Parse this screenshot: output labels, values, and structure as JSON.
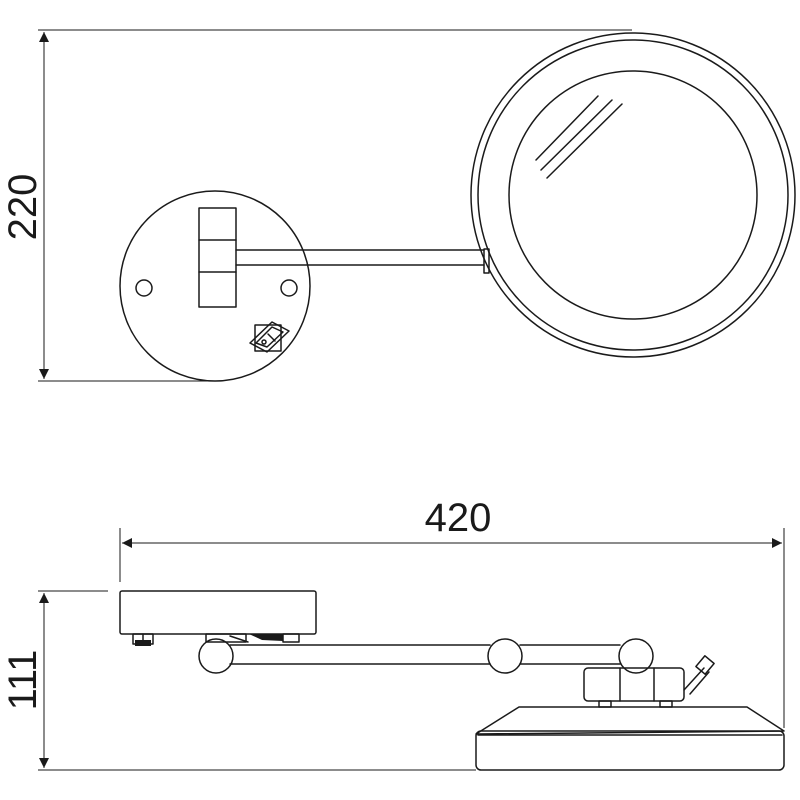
{
  "dimensions": {
    "height_front": "220",
    "width_side": "420",
    "height_side": "111"
  },
  "views": {
    "top": "front-view",
    "bottom": "side-view"
  }
}
